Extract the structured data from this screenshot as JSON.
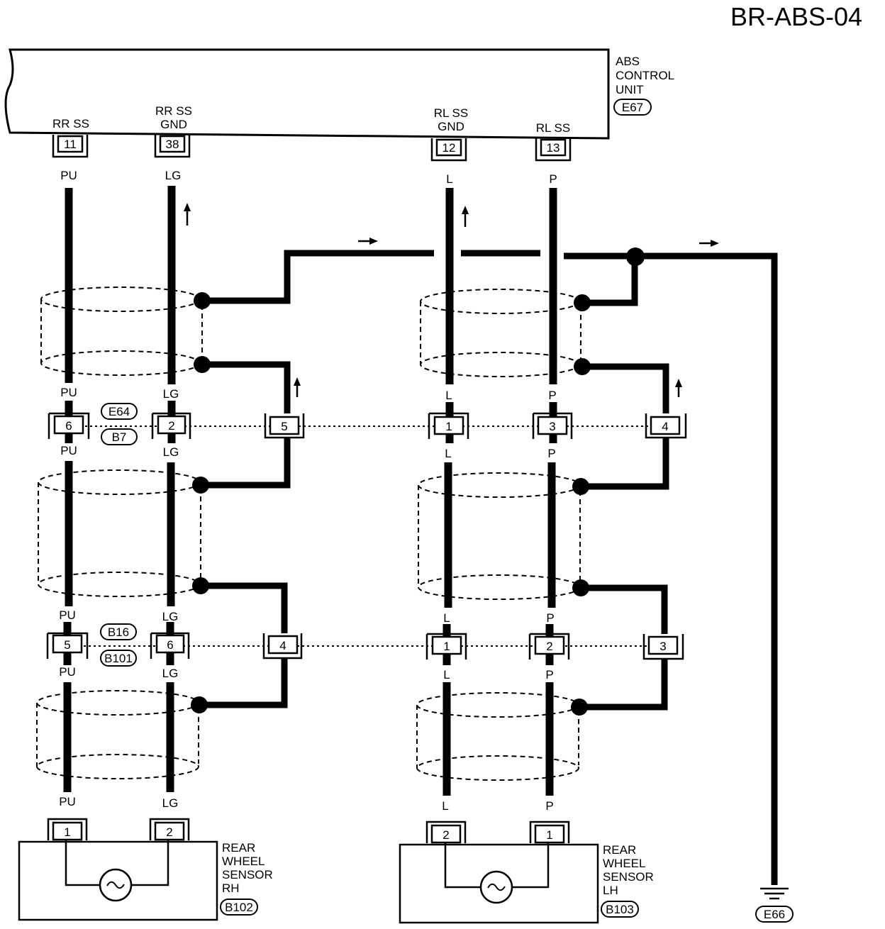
{
  "title": "BR-ABS-04",
  "abs_unit": {
    "label_lines": [
      "ABS",
      "CONTROL",
      "UNIT"
    ],
    "connector": "E67",
    "terminals": [
      {
        "name_lines": [
          "RR SS"
        ],
        "pin": "11",
        "color": "PU"
      },
      {
        "name_lines": [
          "RR SS",
          "GND"
        ],
        "pin": "38",
        "color": "LG"
      },
      {
        "name_lines": [
          "RL SS",
          "GND"
        ],
        "pin": "12",
        "color": "L"
      },
      {
        "name_lines": [
          "RL SS"
        ],
        "pin": "13",
        "color": "P"
      }
    ]
  },
  "joint_row_1": {
    "connectors": [
      "E64",
      "B7"
    ],
    "pins": {
      "pu": "6",
      "lg": "2",
      "shield_rh": "5",
      "l": "1",
      "p": "3",
      "shield_lh": "4"
    }
  },
  "joint_row_2": {
    "connectors": [
      "B16",
      "B101"
    ],
    "pins": {
      "pu": "5",
      "lg": "6",
      "shield_rh": "4",
      "l": "1",
      "p": "2",
      "shield_lh": "3"
    }
  },
  "wire_colors": {
    "pu": "PU",
    "lg": "LG",
    "l": "L",
    "p": "P"
  },
  "sensor_rh": {
    "label_lines": [
      "REAR",
      "WHEEL",
      "SENSOR",
      "RH"
    ],
    "connector": "B102",
    "pins": [
      "1",
      "2"
    ]
  },
  "sensor_lh": {
    "label_lines": [
      "REAR",
      "WHEEL",
      "SENSOR",
      "LH"
    ],
    "connector": "B103",
    "pins": [
      "2",
      "1"
    ]
  },
  "ground": {
    "connector": "E66"
  }
}
